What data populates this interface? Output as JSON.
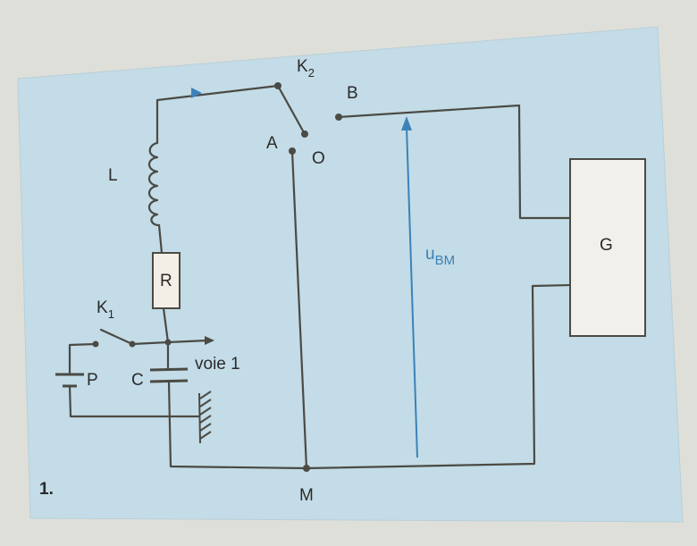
{
  "figure": {
    "number": "1.",
    "labels": {
      "k2": "K",
      "k2_sub": "2",
      "b": "B",
      "a": "A",
      "o": "O",
      "l": "L",
      "r": "R",
      "k1": "K",
      "k1_sub": "1",
      "p": "P",
      "c": "C",
      "voie": "voie 1",
      "g": "G",
      "u": "u",
      "u_sub": "BM",
      "m": "M"
    },
    "colors": {
      "panel": "#c2dbe7",
      "wire": "#4a4a44",
      "arrow_blue": "#3b82b8",
      "box_fill": "#f2f0ea"
    }
  }
}
